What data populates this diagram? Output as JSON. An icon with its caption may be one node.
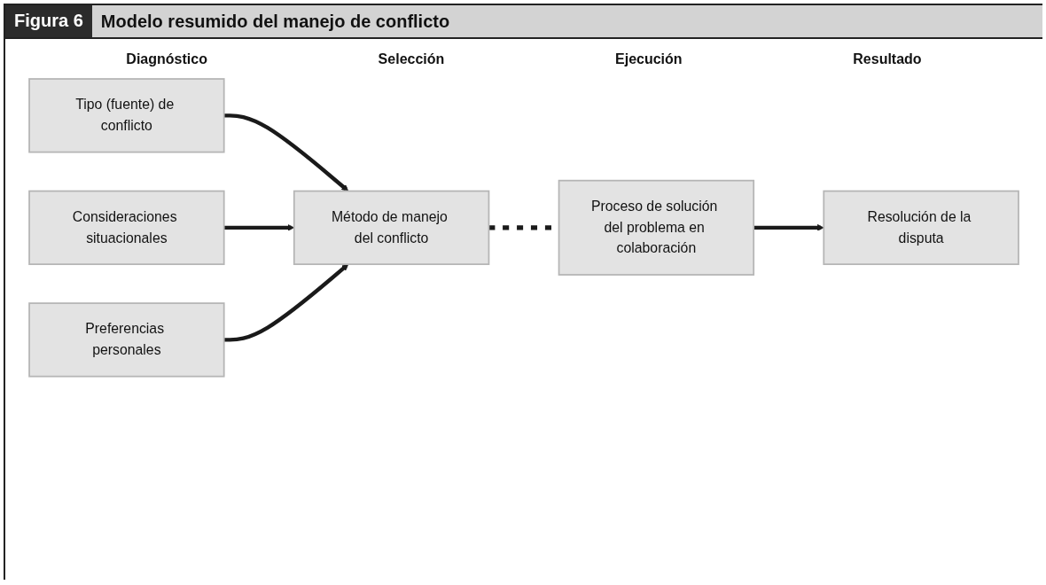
{
  "diagram": {
    "title": "Modelo resumido del manejo de conflicto",
    "nodes": [
      {
        "text": [
          "Tipo (fuente) de conflicto"
        ]
      },
      {
        "text": [
          "Consideraciones situacionales"
        ]
      },
      {
        "text": [
          "Preferencias personales"
        ]
      },
      {
        "text": [
          "Método de manejo del conflicto"
        ]
      },
      {
        "text": [
          "Proceso de solución del problema en colaboración"
        ]
      },
      {
        "text": [
          "Resolución de la disputa"
        ]
      }
    ],
    "edges": [
      {
        "from": 0,
        "to": 3,
        "arrow": "to"
      },
      {
        "from": 1,
        "to": 3,
        "arrow": "to"
      },
      {
        "from": 2,
        "to": 3,
        "arrow": "to"
      },
      {
        "from": 3,
        "to": 4,
        "arrow": "none",
        "style": "dashed"
      },
      {
        "from": 4,
        "to": 5,
        "arrow": "to"
      }
    ],
    "labels": [
      "Figura 6",
      "Diagnóstico",
      "Selección",
      "Ejecución",
      "Resultado"
    ]
  }
}
